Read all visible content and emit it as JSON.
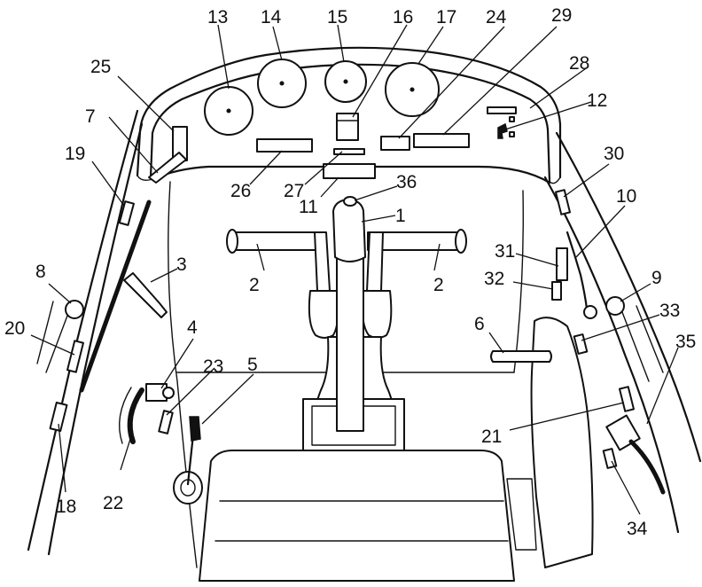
{
  "diagram": {
    "callouts": [
      "1",
      "2",
      "2",
      "3",
      "4",
      "5",
      "6",
      "7",
      "8",
      "9",
      "10",
      "11",
      "12",
      "13",
      "14",
      "15",
      "16",
      "17",
      "18",
      "19",
      "20",
      "21",
      "22",
      "23",
      "24",
      "25",
      "26",
      "27",
      "28",
      "29",
      "30",
      "31",
      "32",
      "33",
      "34",
      "35",
      "36"
    ],
    "colors": {
      "ink": "#111111",
      "paper": "#ffffff"
    }
  }
}
